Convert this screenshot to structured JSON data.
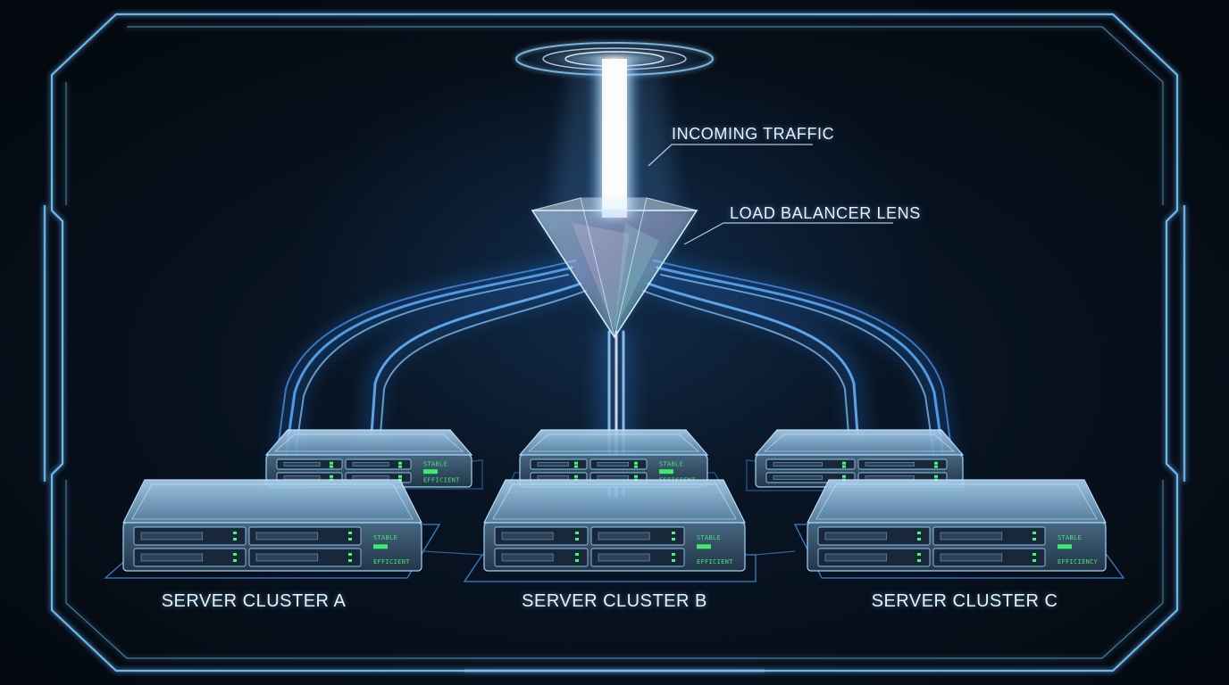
{
  "callouts": {
    "incoming_traffic": "INCOMING TRAFFIC",
    "load_balancer_lens": "LOAD BALANCER LENS"
  },
  "clusters": [
    {
      "label": "SERVER CLUSTER A",
      "status_top": "STABLE",
      "status_bottom": "EFFICIENT"
    },
    {
      "label": "SERVER CLUSTER B",
      "status_top": "STABLE",
      "status_bottom": "EFFICIENT"
    },
    {
      "label": "SERVER CLUSTER C",
      "status_top": "STABLE",
      "status_bottom": "EFFICIENCY"
    }
  ],
  "colors": {
    "frame": "#6fc4ff",
    "beam": "#bfe6ff",
    "stream": "#3e9bff",
    "status_led": "#3dff6e",
    "text": "#e6f2ff"
  }
}
